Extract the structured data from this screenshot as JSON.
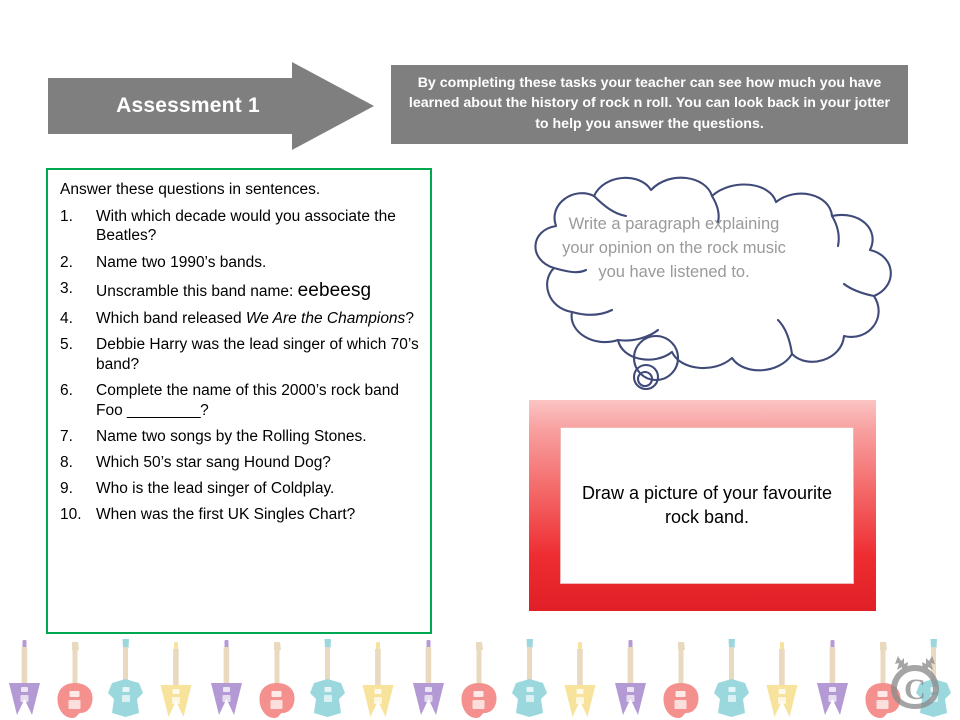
{
  "header": {
    "arrow_label": "Assessment 1",
    "arrow_color": "#7f7f7f",
    "instruction_box_color": "#7f7f7f",
    "instruction_text": "By completing these tasks your teacher can see how much you have learned about the history of rock n roll. You can look back in your jotter to help you answer the questions."
  },
  "questions_panel": {
    "border_color": "#00a94f",
    "intro": "Answer these questions in sentences.",
    "items": [
      {
        "number": "1.",
        "prefix": "With which decade would you associate the Beatles?",
        "emphasis": "",
        "emphasis_style": "none",
        "suffix": ""
      },
      {
        "number": "2.",
        "prefix": "Name two 1990’s bands.",
        "emphasis": "",
        "emphasis_style": "none",
        "suffix": ""
      },
      {
        "number": "3.",
        "prefix": "Unscramble this band name: ",
        "emphasis": "eebeesg",
        "emphasis_style": "large",
        "suffix": ""
      },
      {
        "number": "4.",
        "prefix": "Which band released ",
        "emphasis": "We Are the Champions",
        "emphasis_style": "italic",
        "suffix": "?"
      },
      {
        "number": "5.",
        "prefix": "Debbie Harry was the lead singer of which 70’s band?",
        "emphasis": "",
        "emphasis_style": "none",
        "suffix": ""
      },
      {
        "number": "6.",
        "prefix": "Complete the name of this 2000’s rock band Foo ",
        "emphasis": "_________",
        "emphasis_style": "blank",
        "suffix": "?"
      },
      {
        "number": "7.",
        "prefix": "Name two songs by the Rolling Stones.",
        "emphasis": "",
        "emphasis_style": "none",
        "suffix": ""
      },
      {
        "number": "8.",
        "prefix": "Which 50’s star sang Hound Dog?",
        "emphasis": "",
        "emphasis_style": "none",
        "suffix": ""
      },
      {
        "number": "9.",
        "prefix": "Who is the lead singer of Coldplay.",
        "emphasis": "",
        "emphasis_style": "none",
        "suffix": ""
      },
      {
        "number": "10.",
        "prefix": "When was the first UK Singles Chart?",
        "emphasis": "",
        "emphasis_style": "none",
        "suffix": ""
      }
    ]
  },
  "thought_cloud": {
    "outline_color": "#3f4a78",
    "text_color": "#9a9a9a",
    "text": "Write a paragraph explaining your opinion on the rock music you have listened to."
  },
  "draw_box": {
    "text": "Draw a picture of your favourite rock band.",
    "frame_color_top": "#fbc4c4",
    "frame_color_bottom": "#e01f26",
    "inner_color": "#ffffff"
  },
  "guitar_border": {
    "colors": [
      "#b49ad4",
      "#f4918e",
      "#9ad8dd",
      "#f7e39b",
      "#f29cc4",
      "#a98fcc",
      "#f4918e",
      "#9ad8dd",
      "#f7e39b",
      "#f29cc4"
    ],
    "neck_color": "#e8d9bf",
    "count": 19
  },
  "copyright_logo": {
    "name": "copyright-moose-logo",
    "color": "#8c8c8c",
    "symbol": "C"
  }
}
